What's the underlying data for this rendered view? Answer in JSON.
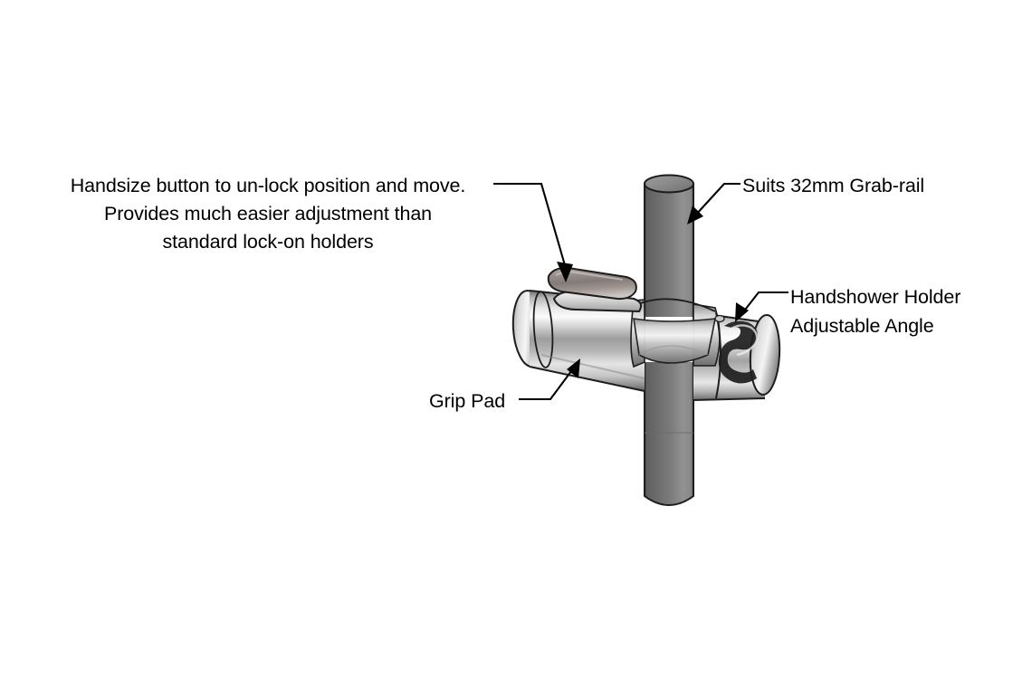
{
  "figure": {
    "kind": "product-illustration",
    "subject": "Adjustable handshower holder clamped on a vertical grab-rail",
    "background_color": "#ffffff",
    "line_color": "#000000"
  },
  "callouts": [
    {
      "id": "button",
      "name": "callout-button",
      "lines": [
        "Handsize button to un-lock position and move.",
        "Provides much easier adjustment than",
        "standard lock-on holders"
      ],
      "text": "Handsize button to un-lock position and move.\nProvides much easier adjustment than\nstandard lock-on holders",
      "align": "center",
      "points_to": "release-button"
    },
    {
      "id": "rail",
      "name": "callout-grab-rail",
      "lines": [
        "Suits 32mm Grab-rail"
      ],
      "text": "Suits 32mm Grab-rail",
      "align": "left",
      "points_to": "grab-rail"
    },
    {
      "id": "holder",
      "name": "callout-handshower-holder",
      "lines": [
        "Handshower Holder",
        "Adjustable Angle"
      ],
      "text": "Handshower Holder\nAdjustable Angle",
      "align": "left",
      "points_to": "holder-cradle"
    },
    {
      "id": "grip",
      "name": "callout-grip-pad",
      "lines": [
        "Grip Pad"
      ],
      "text": "Grip Pad",
      "align": "left",
      "points_to": "grip-pad"
    }
  ],
  "product": {
    "grab_rail": {
      "label": "Grab-rail",
      "diameter_text": "32mm",
      "color_dark": "#5a5a5a",
      "color_mid": "#767676",
      "color_light": "#9b9b9b",
      "cap_color": "#8d8d8d"
    },
    "holder_body": {
      "label": "Holder body",
      "finish": "chrome",
      "color_highlight": "#fbfbfb",
      "color_light": "#d8d8d8",
      "color_mid": "#9e9e9e",
      "color_dark": "#5f5f5f"
    },
    "release_button": {
      "label": "Handsize release button",
      "color_top": "#8b7f7c",
      "color_edge": "#b9b2ae"
    },
    "grip_pad": {
      "label": "Grip Pad"
    },
    "cradle": {
      "label": "Handshower cradle cut-out"
    }
  }
}
